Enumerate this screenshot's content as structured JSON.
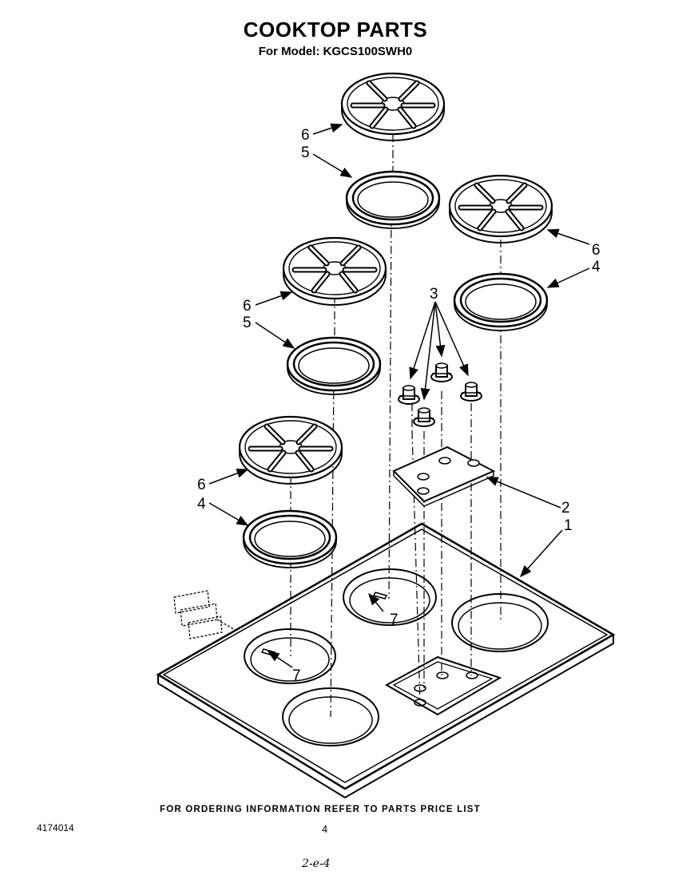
{
  "header": {
    "title": "COOKTOP PARTS",
    "subtitle": "For Model: KGCS100SWH0"
  },
  "callouts": {
    "grate": "6",
    "ring_large": "5",
    "ring_small": "4",
    "knob": "3",
    "panel": "2",
    "cooktop": "1",
    "screw": "7"
  },
  "footer": {
    "note": "FOR ORDERING INFORMATION REFER TO PARTS PRICE LIST",
    "doc_number": "4174014",
    "page_number": "4",
    "handwritten_mark": "2-e-4"
  }
}
